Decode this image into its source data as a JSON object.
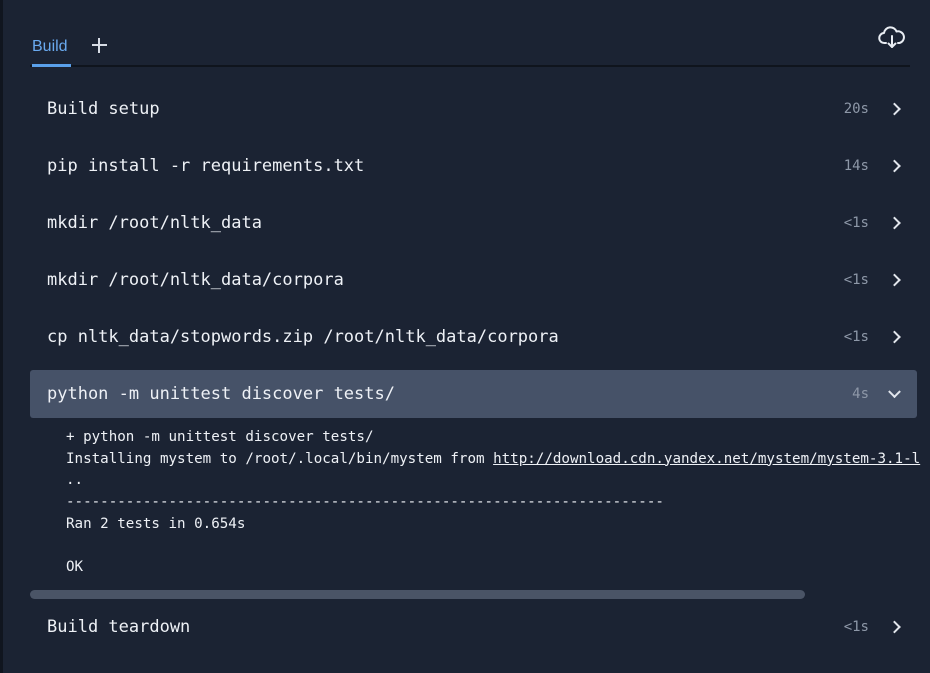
{
  "tabs": {
    "active_label": "Build",
    "add_icon": "plus-icon",
    "download_icon": "cloud-download-icon"
  },
  "steps": [
    {
      "label": "Build setup",
      "duration": "20s"
    },
    {
      "label": "pip install -r requirements.txt",
      "duration": "14s"
    },
    {
      "label": "mkdir /root/nltk_data",
      "duration": "<1s"
    },
    {
      "label": "mkdir /root/nltk_data/corpora",
      "duration": "<1s"
    },
    {
      "label": "cp nltk_data/stopwords.zip /root/nltk_data/corpora",
      "duration": "<1s"
    },
    {
      "label": "python -m unittest discover tests/",
      "duration": "4s",
      "expanded": true
    }
  ],
  "log": {
    "line1": "+ python -m unittest discover tests/",
    "line2_prefix": "Installing mystem to /root/.local/bin/mystem from ",
    "line2_link": "http://download.cdn.yandex.net/mystem/mystem-3.1-l",
    "line3": "..",
    "line4": "----------------------------------------------------------------------",
    "line5": "Ran 2 tests in 0.654s",
    "line6": "",
    "line7": "OK"
  },
  "teardown": {
    "label": "Build teardown",
    "duration": "<1s"
  },
  "colors": {
    "background": "#1b2333",
    "active_tab": "#6aaaf0",
    "expanded_row": "#465268",
    "duration_text": "#8e98a8"
  }
}
